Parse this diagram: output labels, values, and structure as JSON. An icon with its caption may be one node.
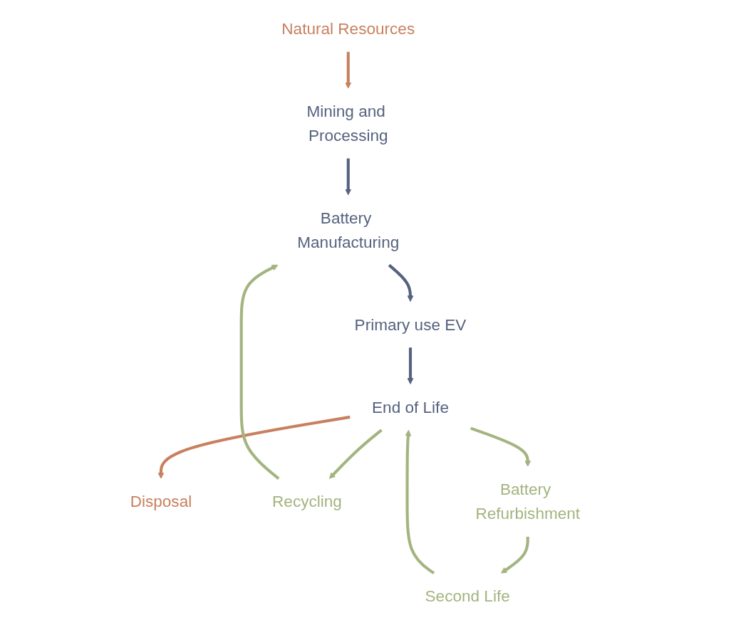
{
  "diagram": {
    "nodes": [
      {
        "text": [
          "Natural Resources"
        ]
      },
      {
        "text": [
          "Disposal"
        ]
      },
      {
        "text": [
          "Mining and Processing"
        ]
      },
      {
        "text": [
          "Recycling"
        ]
      },
      {
        "text": [
          "Battery Manufacturing"
        ]
      },
      {
        "text": [
          "End of Life"
        ]
      },
      {
        "text": [
          "Battery Refurbishment"
        ]
      },
      {
        "text": [
          "Second Life"
        ]
      },
      {
        "text": [
          "Primary use EV"
        ]
      }
    ],
    "edges": [
      {
        "from": 0,
        "to": 2,
        "arrow": "to",
        "color": "#c8805e"
      },
      {
        "from": 5,
        "to": 1,
        "arrow": "to",
        "color": "#c8805e"
      },
      {
        "from": 2,
        "to": 4,
        "arrow": "to",
        "color": "#55627f"
      },
      {
        "from": 3,
        "to": 4,
        "arrow": "to"
      },
      {
        "from": 5,
        "to": 3,
        "arrow": "to"
      },
      {
        "from": 4,
        "to": 8,
        "arrow": "to",
        "color": "#55627f"
      },
      {
        "from": 8,
        "to": 5,
        "arrow": "to",
        "color": "#55627f"
      },
      {
        "from": 5,
        "to": 6,
        "arrow": "to"
      },
      {
        "from": 6,
        "to": 7,
        "arrow": "to"
      },
      {
        "from": 7,
        "to": 5,
        "arrow": "to"
      }
    ]
  }
}
